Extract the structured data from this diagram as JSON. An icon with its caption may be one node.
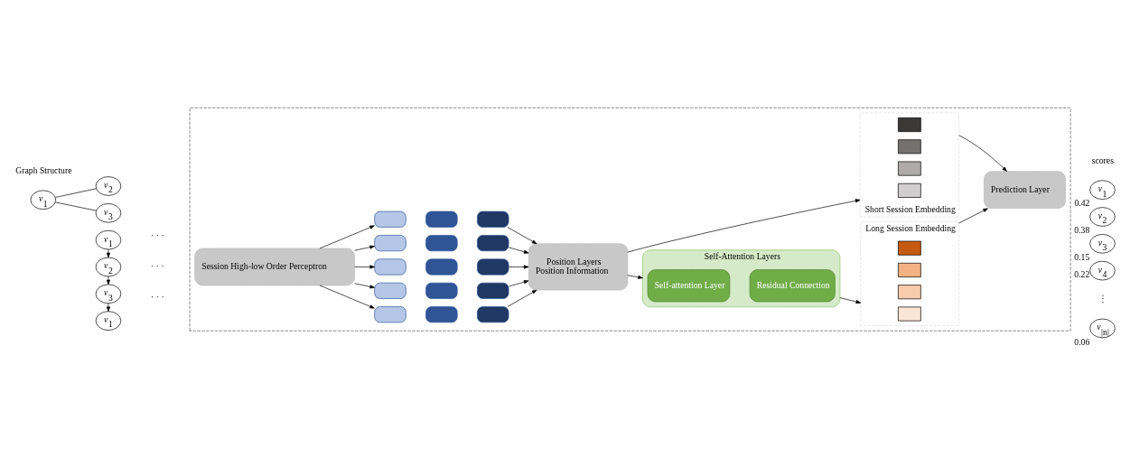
{
  "diagram": {
    "nodes": [
      {
        "text": [
          "*v*$_{1}$"
        ]
      },
      {
        "text": [
          "*v*$_{2}$"
        ]
      },
      {
        "text": [
          "*v*$_{3}$"
        ]
      },
      {
        "text": [
          "*v*$_{1}$"
        ]
      },
      {
        "text": [
          "*v*$_{2}$"
        ]
      },
      {
        "text": [
          "*v*$_{3}$"
        ]
      },
      {
        "text": [
          "*v*$_{1}$"
        ]
      },
      {
        "text": [],
        "shape": "box"
      },
      {
        "text": [
          "Session High-low Order Perceptron"
        ],
        "in": 7
      },
      {
        "text": [],
        "shape": "box",
        "in": 7
      },
      {
        "text": [],
        "shape": "box",
        "in": 7
      },
      {
        "text": [],
        "shape": "box",
        "in": 7
      },
      {
        "text": [],
        "shape": "box",
        "in": 7
      },
      {
        "text": [],
        "shape": "box",
        "in": 7
      },
      {
        "text": [],
        "shape": "box",
        "in": 7
      },
      {
        "text": [],
        "shape": "box",
        "in": 7
      },
      {
        "text": [],
        "shape": "box",
        "in": 7
      },
      {
        "text": [],
        "shape": "box",
        "in": 7
      },
      {
        "text": [],
        "shape": "box",
        "in": 7
      },
      {
        "text": [],
        "shape": "box",
        "in": 7
      },
      {
        "text": [],
        "shape": "box",
        "in": 7
      },
      {
        "text": [],
        "shape": "box",
        "in": 7
      },
      {
        "text": [],
        "shape": "box",
        "in": 7
      },
      {
        "text": [],
        "shape": "box",
        "in": 7
      },
      {
        "text": [
          "Position Layers",
          "Position Information"
        ],
        "in": 7
      },
      {
        "text": [
          "Self-Attention Layers"
        ],
        "in": 7
      },
      {
        "text": [
          "Self-attention Layer"
        ],
        "in": 25
      },
      {
        "text": [
          "Residual Connection"
        ],
        "in": 25
      },
      {
        "text": [
          "Long Session Embedding"
        ],
        "in": 7
      },
      {
        "text": [],
        "shape": "box",
        "in": 28
      },
      {
        "text": [],
        "shape": "box",
        "in": 28
      },
      {
        "text": [],
        "shape": "box",
        "in": 28
      },
      {
        "text": [],
        "shape": "box",
        "in": 28
      },
      {
        "text": [
          "Short Session Embedding"
        ],
        "in": 7
      },
      {
        "text": [],
        "shape": "box",
        "in": 33
      },
      {
        "text": [],
        "shape": "box",
        "in": 33
      },
      {
        "text": [],
        "shape": "box",
        "in": 33
      },
      {
        "text": [],
        "shape": "box",
        "in": 33
      },
      {
        "text": [
          "Prediction Layer"
        ],
        "in": 7
      },
      {
        "text": [
          "*v*$_{1}$"
        ],
        "beside": [
          "0.42"
        ]
      },
      {
        "text": [
          "*v*$_{2}$"
        ],
        "beside": [
          "0.38"
        ]
      },
      {
        "text": [
          "*v*$_{3}$"
        ],
        "beside": [
          "0.15"
        ]
      },
      {
        "text": [
          "*v*$_{4}$"
        ],
        "beside": [
          "0.22"
        ]
      },
      {
        "text": [
          "*v*$_{|n|}$"
        ],
        "beside": [
          "0.06"
        ]
      }
    ],
    "edges": [
      {
        "from": 0,
        "to": 1,
        "arrow": "none"
      },
      {
        "from": 0,
        "to": 2,
        "arrow": "none"
      },
      {
        "from": 3,
        "to": 4,
        "arrow": "to"
      },
      {
        "from": 4,
        "to": 5,
        "arrow": "to"
      },
      {
        "from": 5,
        "to": 6,
        "arrow": "to"
      },
      {
        "from": 8,
        "to": 9,
        "arrow": "to"
      },
      {
        "from": 8,
        "to": 12,
        "arrow": "to"
      },
      {
        "from": 8,
        "to": 15,
        "arrow": "to"
      },
      {
        "from": 8,
        "to": 18,
        "arrow": "to"
      },
      {
        "from": 8,
        "to": 21,
        "arrow": "to"
      },
      {
        "from": 11,
        "to": 24,
        "arrow": "to"
      },
      {
        "from": 14,
        "to": 24,
        "arrow": "to"
      },
      {
        "from": 17,
        "to": 24,
        "arrow": "to"
      },
      {
        "from": 20,
        "to": 24,
        "arrow": "to"
      },
      {
        "from": 23,
        "to": 24,
        "arrow": "to"
      },
      {
        "from": 24,
        "to": 25,
        "arrow": "to"
      },
      {
        "from": 25,
        "to": 28,
        "arrow": "to"
      },
      {
        "from": 24,
        "to": 33,
        "arrow": "to"
      },
      {
        "from": 28,
        "to": 38,
        "arrow": "to"
      },
      {
        "from": 33,
        "to": 38,
        "arrow": "to"
      }
    ],
    "labels": [
      "Graph Structure",
      "· · ·",
      "· · ·",
      "· · ·",
      "scores",
      "⋮"
    ]
  }
}
